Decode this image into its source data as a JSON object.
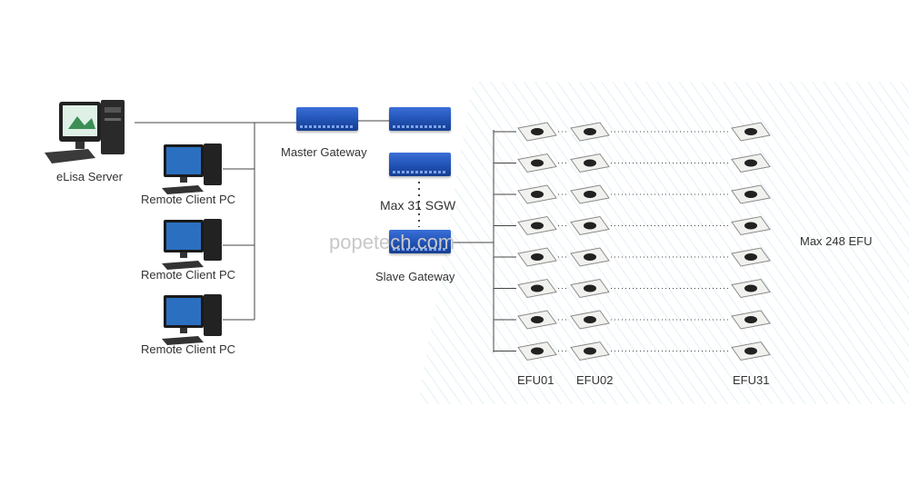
{
  "nodes": {
    "server": "eLisa Server",
    "client1": "Remote Client PC",
    "client2": "Remote Client PC",
    "client3": "Remote Client PC",
    "master": "Master Gateway",
    "sgw": "Max 31 SGW",
    "slave": "Slave Gateway",
    "efu_total": "Max 248 EFU",
    "efu01": "EFU01",
    "efu02": "EFU02",
    "efu31": "EFU31"
  },
  "watermark": "popetech.com",
  "efu_grid": {
    "rows": 8,
    "columns_shown": 3
  }
}
